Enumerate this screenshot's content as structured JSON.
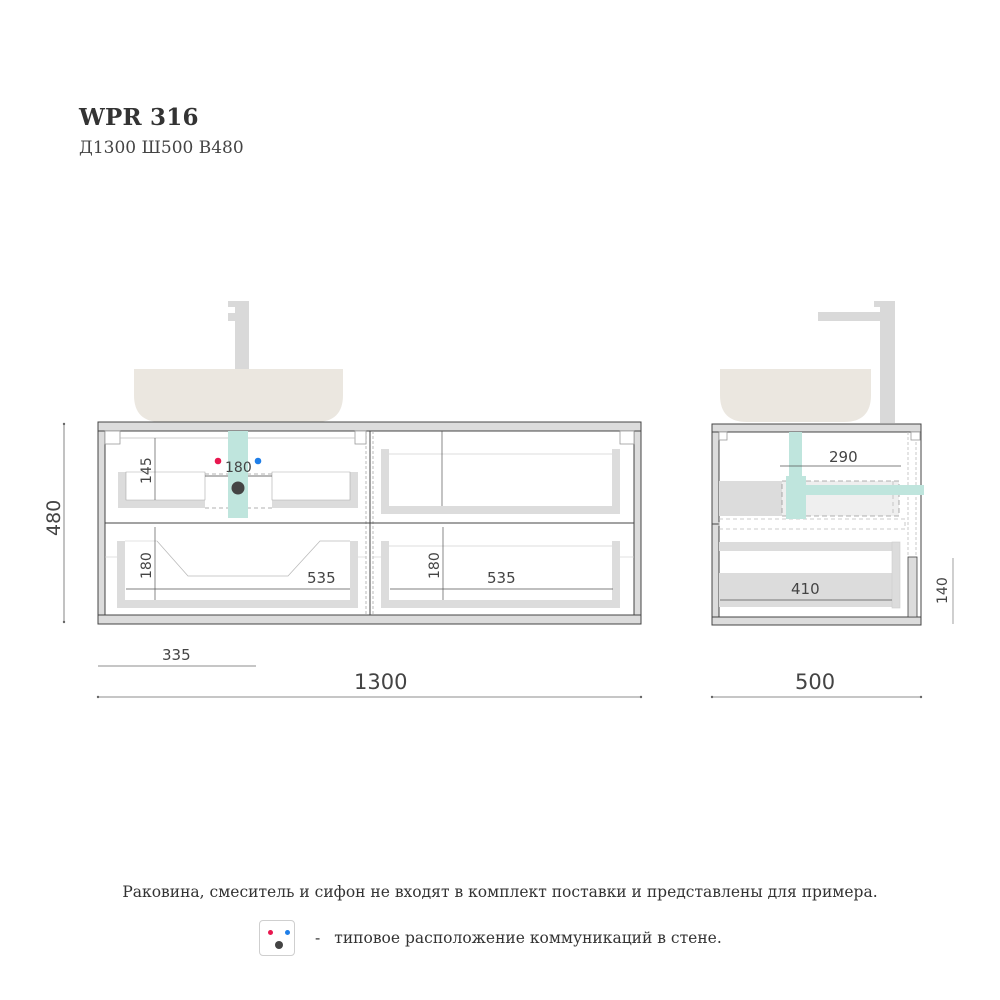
{
  "header": {
    "model": "WPR 316",
    "dimensions": "Д1300 Ш500 В480"
  },
  "front_view": {
    "overall_width_label": "1300",
    "overall_height_label": "480",
    "sink_offset_label": "335",
    "top_drawer": {
      "height_label": "145",
      "cutout_width_label": "180"
    },
    "bottom_left_drawer": {
      "height_label": "180",
      "width_label": "535"
    },
    "bottom_right_drawer": {
      "height_label": "180",
      "width_label": "535"
    }
  },
  "side_view": {
    "depth_label": "500",
    "top_drawer_depth_label": "290",
    "bottom_drawer_depth_label": "410",
    "plinth_height_label": "140"
  },
  "colors": {
    "basin": "#ebe7e0",
    "faucet": "#d9d9d9",
    "panel": "#dcdcdc",
    "outline": "#444444",
    "siphon": "#bfe5dd",
    "hot_water": "#e8174f",
    "cold_water": "#1f7ee8",
    "drain": "#444444"
  },
  "footer": {
    "note": "Раковина, смеситель и сифон не входят в комплект поставки и представлены для примера.",
    "legend_dash": "-",
    "legend_text": "типовое расположение коммуникаций в стене."
  }
}
